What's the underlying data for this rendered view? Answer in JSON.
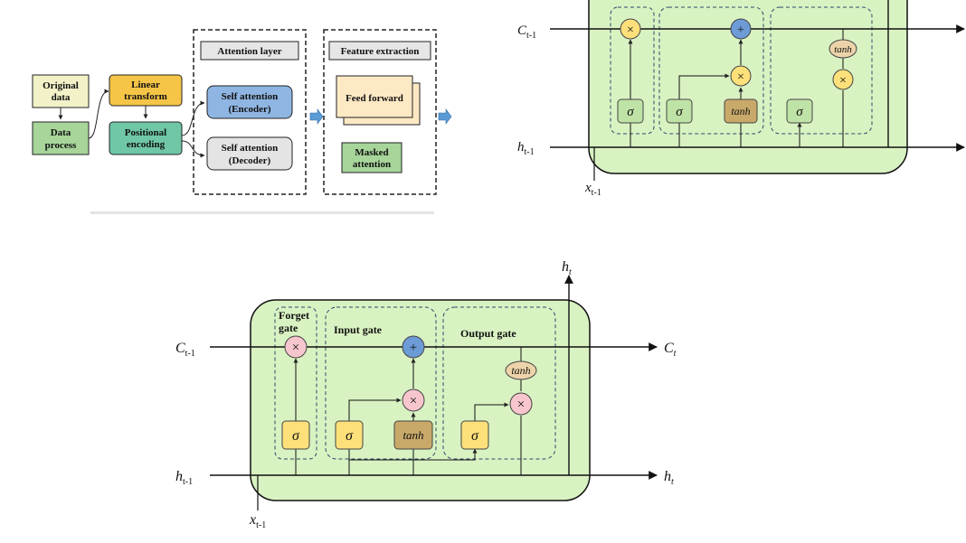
{
  "transformer": {
    "original_data": [
      "Original",
      "data"
    ],
    "data_process": [
      "Data",
      "process"
    ],
    "linear_transform": [
      "Linear",
      "transform"
    ],
    "positional_encoding": [
      "Positional",
      "encoding"
    ],
    "attention_layer": "Attention layer",
    "self_attention_encoder": [
      "Self attention",
      "(Encoder)"
    ],
    "self_attention_decoder": [
      "Self attention",
      "(Decoder)"
    ],
    "feature_extraction": "Feature extraction",
    "feed_forward": "Feed forward",
    "masked_attention": [
      "Masked",
      "attention"
    ]
  },
  "lstm_partial": {
    "c_prev": "C",
    "c_prev_sub": "t-1",
    "h_prev": "h",
    "h_prev_sub": "t-1",
    "x_prev": "x",
    "x_prev_sub": "t-1",
    "sigma": "σ",
    "tanh": "tanh",
    "plus": "+",
    "times": "×"
  },
  "lstm_full": {
    "forget_gate": [
      "Forget",
      "gate"
    ],
    "input_gate": "Input gate",
    "output_gate": "Output gate",
    "c_prev": "C",
    "c_prev_sub": "t-1",
    "c_next": "C",
    "c_next_sub": "t",
    "h_prev": "h",
    "h_prev_sub": "t-1",
    "h_next": "h",
    "h_next_sub": "t",
    "h_top": "h",
    "h_top_sub": "t",
    "x_prev": "x",
    "x_prev_sub": "t-1",
    "sigma": "σ",
    "tanh": "tanh",
    "plus": "+",
    "times": "×"
  },
  "colors": {
    "lstm_bg": "#d9f2c2",
    "yellow_op": "#fde07a",
    "blue_op": "#6c9bd6",
    "pink_op": "#f7c6cc",
    "green_box": "#bfe3a6",
    "tanh_box": "#c8a96a",
    "tanh_ellipse": "#ecd3a9"
  }
}
